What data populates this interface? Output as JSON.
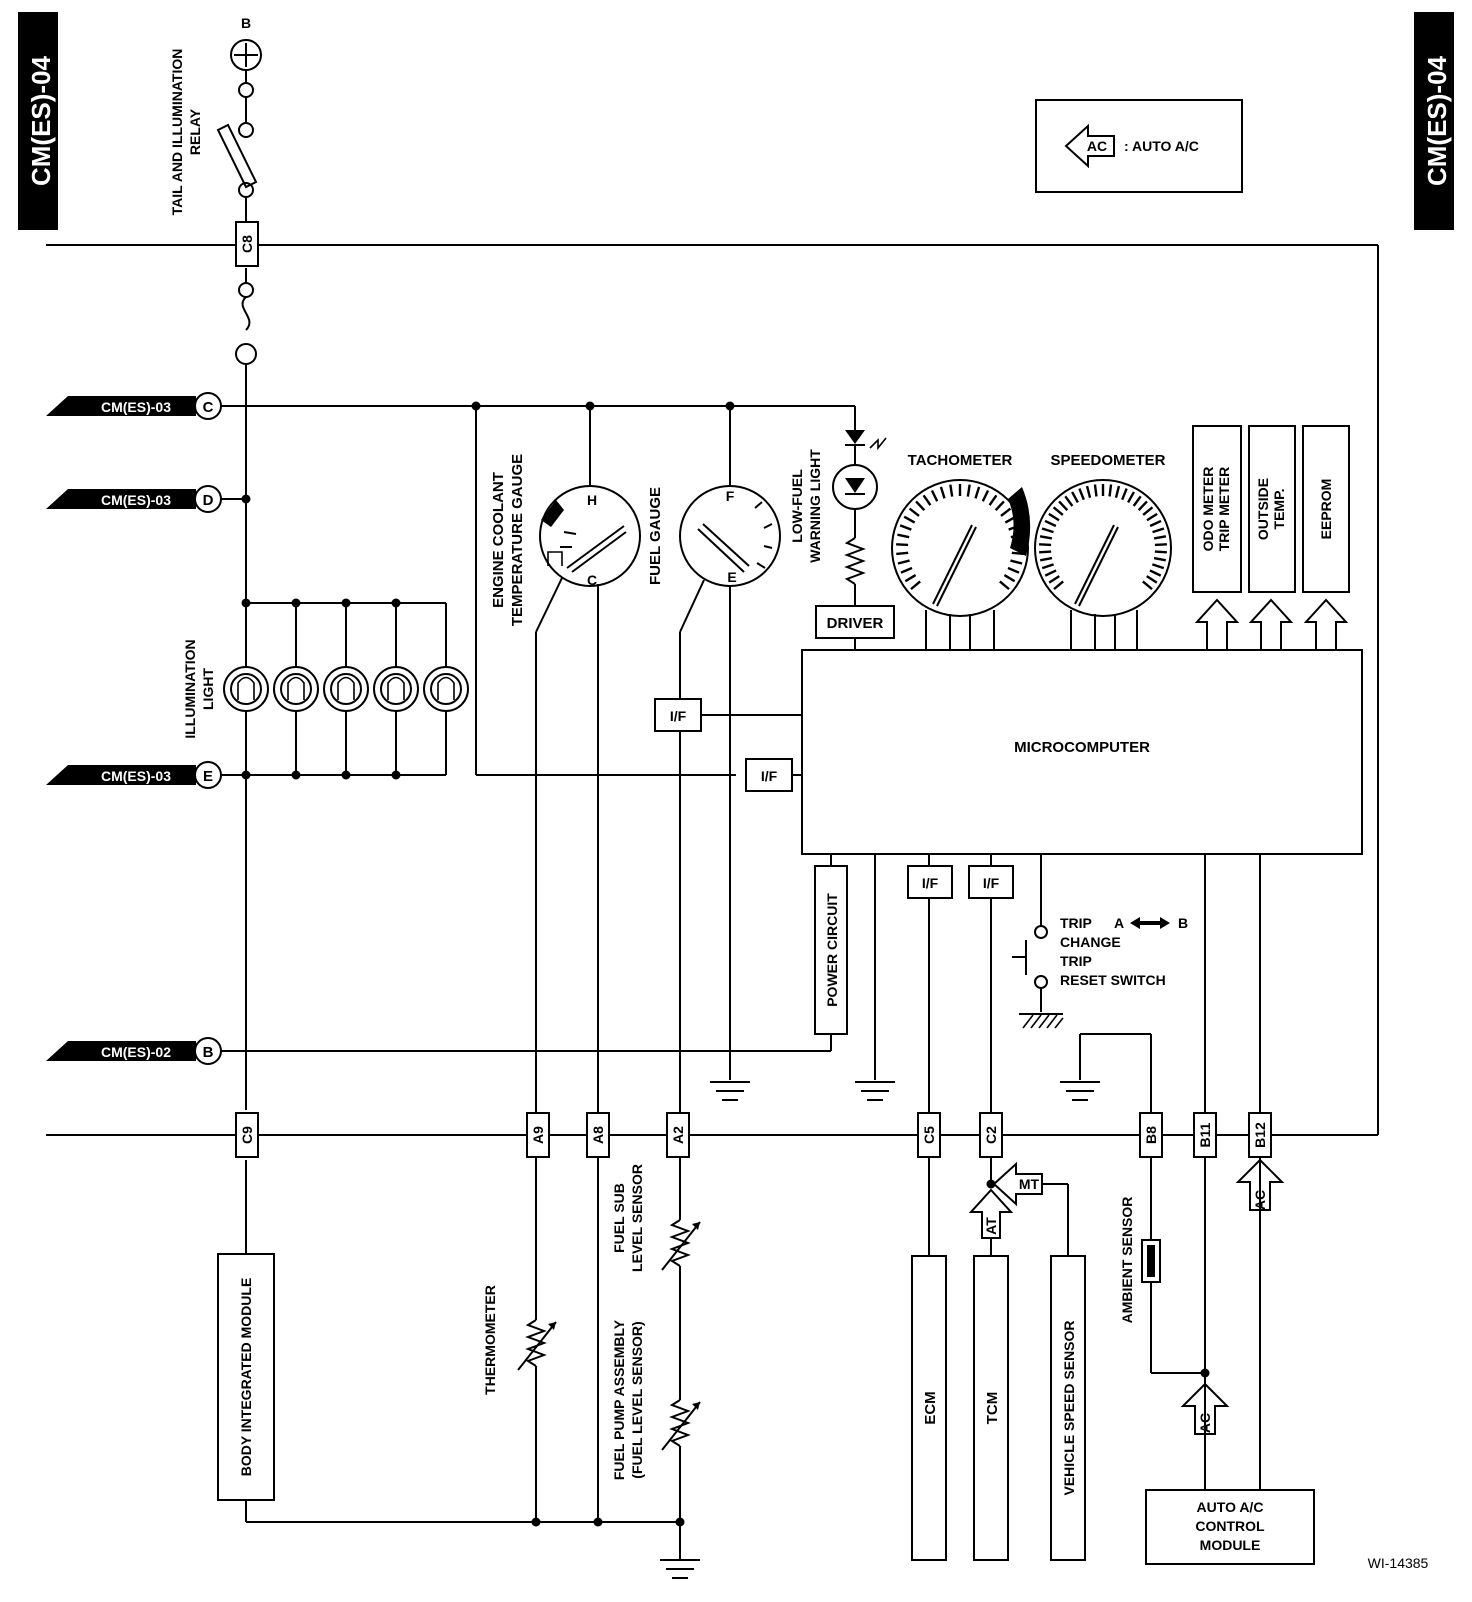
{
  "page_tag": "CM(ES)-04",
  "legend": {
    "symbol": "AC",
    "text": ": AUTO A/C"
  },
  "battery": "B",
  "relay_label_1": "TAIL AND ILLUMINATION",
  "relay_label_2": "RELAY",
  "connectors": {
    "c8": "C8",
    "c9": "C9",
    "a9": "A9",
    "a8": "A8",
    "a2": "A2",
    "c5": "C5",
    "c2": "C2",
    "b8": "B8",
    "b11": "B11",
    "b12": "B12"
  },
  "references": [
    {
      "text": "CM(ES)-03",
      "letter": "C"
    },
    {
      "text": "CM(ES)-03",
      "letter": "D"
    },
    {
      "text": "CM(ES)-03",
      "letter": "E"
    },
    {
      "text": "CM(ES)-02",
      "letter": "B"
    }
  ],
  "illumination_label_1": "ILLUMINATION",
  "illumination_label_2": "LIGHT",
  "coolant_gauge_label_1": "ENGINE COOLANT",
  "coolant_gauge_label_2": "TEMPERATURE GAUGE",
  "coolant_h": "H",
  "coolant_c": "C",
  "fuel_gauge_label": "FUEL GAUGE",
  "fuel_f": "F",
  "fuel_e": "E",
  "lowfuel_label_1": "LOW-FUEL",
  "lowfuel_label_2": "WARNING LIGHT",
  "tachometer": "TACHOMETER",
  "speedometer": "SPEEDOMETER",
  "odo_1": "ODO METER",
  "odo_2": "TRIP METER",
  "outside_1": "OUTSIDE",
  "outside_2": "TEMP.",
  "eeprom": "EEPROM",
  "driver": "DRIVER",
  "microcomputer": "MICROCOMPUTER",
  "if_label": "I/F",
  "power_circuit": "POWER CIRCUIT",
  "trip_lines": [
    "TRIP",
    "CHANGE",
    "TRIP",
    "RESET SWITCH"
  ],
  "trip_a": "A",
  "trip_b": "B",
  "body_module": "BODY INTEGRATED MODULE",
  "thermometer": "THERMOMETER",
  "fuel_pump_1": "FUEL PUMP ASSEMBLY",
  "fuel_pump_2": "(FUEL LEVEL SENSOR)",
  "fuel_sub_1": "FUEL SUB",
  "fuel_sub_2": "LEVEL SENSOR",
  "mt": "MT",
  "at": "AT",
  "ecm": "ECM",
  "tcm": "TCM",
  "vss": "VEHICLE SPEED SENSOR",
  "ambient": "AMBIENT SENSOR",
  "ac_module": [
    "AUTO A/C",
    "CONTROL",
    "MODULE"
  ],
  "figure_id": "WI-14385"
}
